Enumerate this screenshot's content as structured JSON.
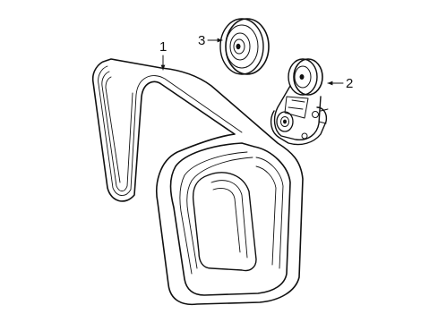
{
  "diagram": {
    "callouts": [
      {
        "id": "belt",
        "number": "1"
      },
      {
        "id": "tensioner",
        "number": "2"
      },
      {
        "id": "idler-pulley",
        "number": "3"
      }
    ]
  }
}
